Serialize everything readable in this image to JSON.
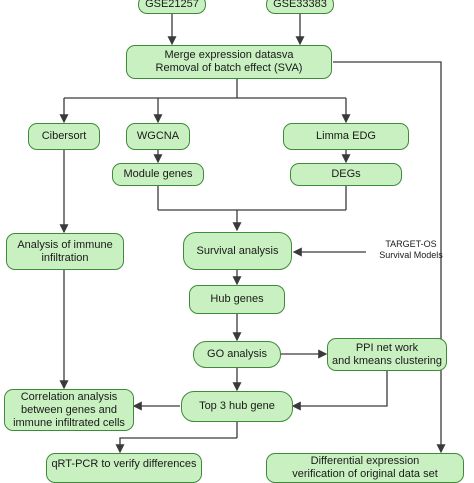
{
  "nodes": {
    "gse21257": "GSE21257",
    "gse33383": "GSE33383",
    "merge": "Merge expression datasva\nRemoval of batch effect  (SVA)",
    "cibersort": "Cibersort",
    "wgcna": "WGCNA",
    "limma": "Limma EDG",
    "module_genes": "Module genes",
    "degs": "DEGs",
    "immune_infiltration": "Analysis of immune\ninfiltration",
    "survival": "Survival analysis",
    "target_os": "TARGET-OS\nSurvival Models",
    "hub_genes": "Hub genes",
    "go": "GO analysis",
    "ppi": "PPI net work\nand kmeans clustering",
    "correlation": "Correlation analysis\nbetween genes and\nimmune infiltrated cells",
    "top3": "Top 3 hub gene",
    "qrtpcr": "qRT-PCR to verify differences",
    "differential": "Differential expression\nverification of original data set"
  },
  "colors": {
    "node_fill": "#c9f0c0",
    "node_border": "#3e8a3a",
    "arrow": "#3a3a3a"
  }
}
